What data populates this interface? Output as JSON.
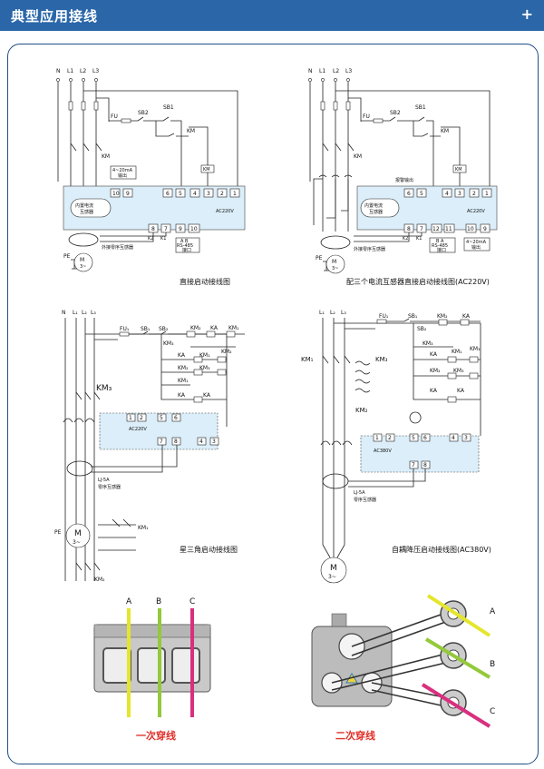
{
  "header": {
    "title": "典型应用接线",
    "plus": "+"
  },
  "captions": {
    "d1": "直接启动接线图",
    "d2": "配三个电流互感器直接启动接线图(AC220V)",
    "d3": "星三角启动接线图",
    "d4": "自耦降压启动接线图(AC380V)",
    "d5": "一次穿线",
    "d6": "二次穿线"
  },
  "d1": {
    "phases": [
      "N",
      "L1",
      "L2",
      "L3"
    ],
    "fu": "FU",
    "sb2": "SB2",
    "sb1": "SB1",
    "km": "KM",
    "out420": "4~20mA",
    "out420b": "输出",
    "terms_top": [
      "10",
      "9",
      "6",
      "5",
      "4",
      "3",
      "2",
      "1"
    ],
    "terms_bot": [
      "8",
      "7",
      "9",
      "10"
    ],
    "k2": "K2",
    "k1": "K1",
    "ct_in": "内置电流",
    "ct_in2": "互感器",
    "ac": "AC220V",
    "ab": "A B",
    "rs485": "RS-485",
    "iface": "接口",
    "ext_ct": "外接零序互感器",
    "pe": "PE",
    "m": "M",
    "m3": "3~"
  },
  "d2": {
    "phases": [
      "N",
      "L1",
      "L2",
      "L3"
    ],
    "fu": "FU",
    "sb2": "SB2",
    "sb1": "SB1",
    "km": "KM",
    "alarm": "报警输出",
    "terms_top": [
      "6",
      "5",
      "4",
      "3",
      "2",
      "1"
    ],
    "terms_bot": [
      "8",
      "7",
      "12",
      "11",
      "10",
      "9"
    ],
    "k2": "K2",
    "k1": "K1",
    "ct_in": "内置电流",
    "ct_in2": "互感器",
    "ac": "AC220V",
    "ba": "B A",
    "rs485": "RS-485",
    "iface": "接口",
    "out420": "4~20mA",
    "out420b": "输出",
    "ext_ct": "外接零序互感器",
    "pe": "PE",
    "m": "M",
    "m3": "3~"
  },
  "d3": {
    "phases": [
      "N",
      "L₁",
      "L₂",
      "L₃"
    ],
    "fu": "FU₁",
    "sb1": "SB₁",
    "sb2": "SB₂",
    "km3": "KM₃",
    "km2": "KM₂",
    "km1": "KM₁",
    "ka": "KA",
    "terms": [
      "1",
      "2",
      "5",
      "6",
      "7",
      "8",
      "4",
      "3"
    ],
    "ac": "AC220V",
    "lj": "LJ-5A",
    "lj2": "零序互感器",
    "pe": "PE",
    "m": "M",
    "m3": "3~"
  },
  "d4": {
    "phases": [
      "L₁",
      "L₂",
      "L₃"
    ],
    "fu": "FU₁",
    "sb1": "SB₁",
    "sb2": "SB₂",
    "km1": "KM₁",
    "km2": "KM₂",
    "km3": "KM₃",
    "ka": "KA",
    "terms": [
      "1",
      "2",
      "5",
      "6",
      "4",
      "3",
      "7",
      "8"
    ],
    "ac": "AC380V",
    "lj": "LJ-5A",
    "lj2": "零序互感器",
    "m": "M",
    "m3": "3~"
  },
  "d5": {
    "labels": [
      "A",
      "B",
      "C"
    ]
  },
  "d6": {
    "labels": [
      "A",
      "B",
      "C"
    ]
  }
}
